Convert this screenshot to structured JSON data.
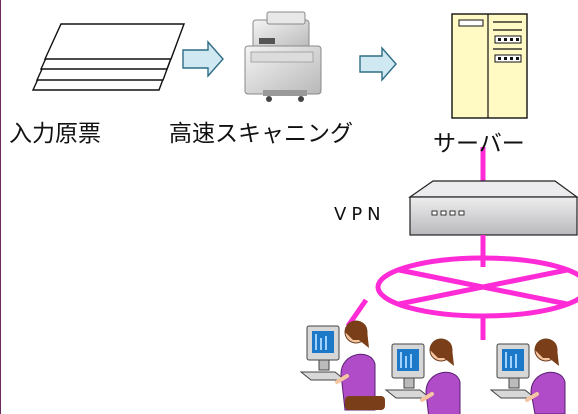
{
  "labels": {
    "input_documents": "入力原票",
    "high_speed_scanning": "高速スキャニング",
    "server": "サーバー",
    "vpn": "VPN"
  },
  "colors": {
    "network_line": "#ff2bd6",
    "arrow_fill": "#cfe8f2",
    "arrow_stroke": "#2e6d85",
    "server_fill": "#fff9c4",
    "router_fill": "#d9d9dc",
    "person_top": "#b04cc8",
    "monitor_screen": "#1e78c8"
  },
  "icons": [
    "paper-stack-icon",
    "scanner-icon",
    "server-icon",
    "router-icon",
    "network-ring",
    "operator-computer-icon"
  ]
}
